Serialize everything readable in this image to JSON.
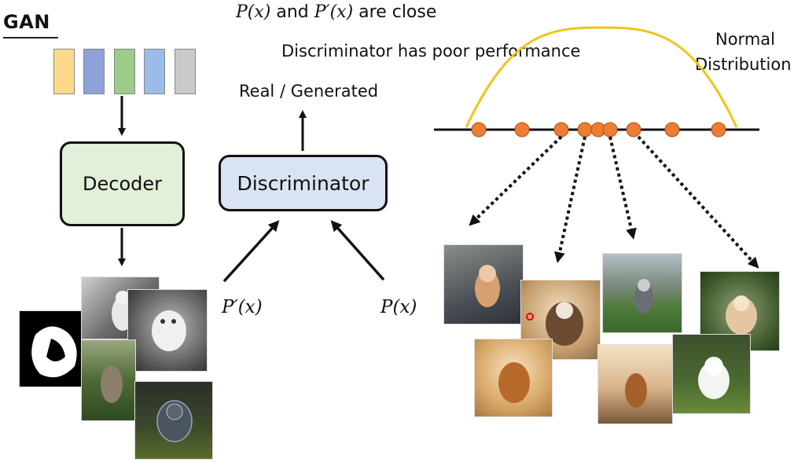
{
  "title": "GAN",
  "latent_colors": [
    "#f9d98a",
    "#8ea2d8",
    "#9ccb8a",
    "#9bbbe8",
    "#c9c9c9"
  ],
  "decoder_label": "Decoder",
  "discriminator_label": "Discriminator",
  "output_label": "Real / Generated",
  "close_caption": {
    "p": "P(x)",
    "and": " and ",
    "pp": "P′(x)",
    "rest": " are close"
  },
  "poor_caption": "Discriminator has poor performance",
  "normal_distribution": {
    "line1": "Normal",
    "line2": "Distribution"
  },
  "p_prime_label": "P′(x)",
  "p_label": "P(x)",
  "colors": {
    "decoder_fill": "#e2efd9",
    "discriminator_fill": "#dae3f3",
    "curve": "#f0c419",
    "sample_dot": "#ed7d31"
  },
  "images": {
    "generated": [
      "silhouette-dog",
      "grayscale-dog",
      "grayscale-dog-2",
      "dog-in-field",
      "dark-dog"
    ],
    "real": [
      "dog-on-street",
      "dog-running-dust",
      "husky-in-field",
      "dog-in-grass",
      "dog-dust-warm",
      "dog-running-road",
      "white-dog"
    ]
  }
}
